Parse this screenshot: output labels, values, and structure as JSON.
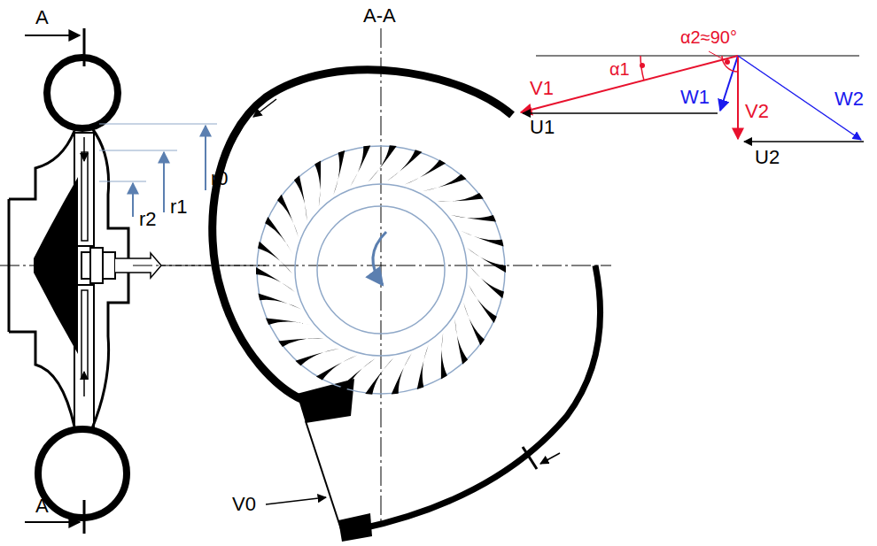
{
  "diagram": {
    "labels": [
      "A",
      "A",
      "A-A",
      "r0",
      "r1",
      "r2",
      "V0",
      "V1",
      "U1",
      "α1",
      "α2≈90°",
      "W1",
      "V2",
      "W2",
      "U2"
    ]
  }
}
